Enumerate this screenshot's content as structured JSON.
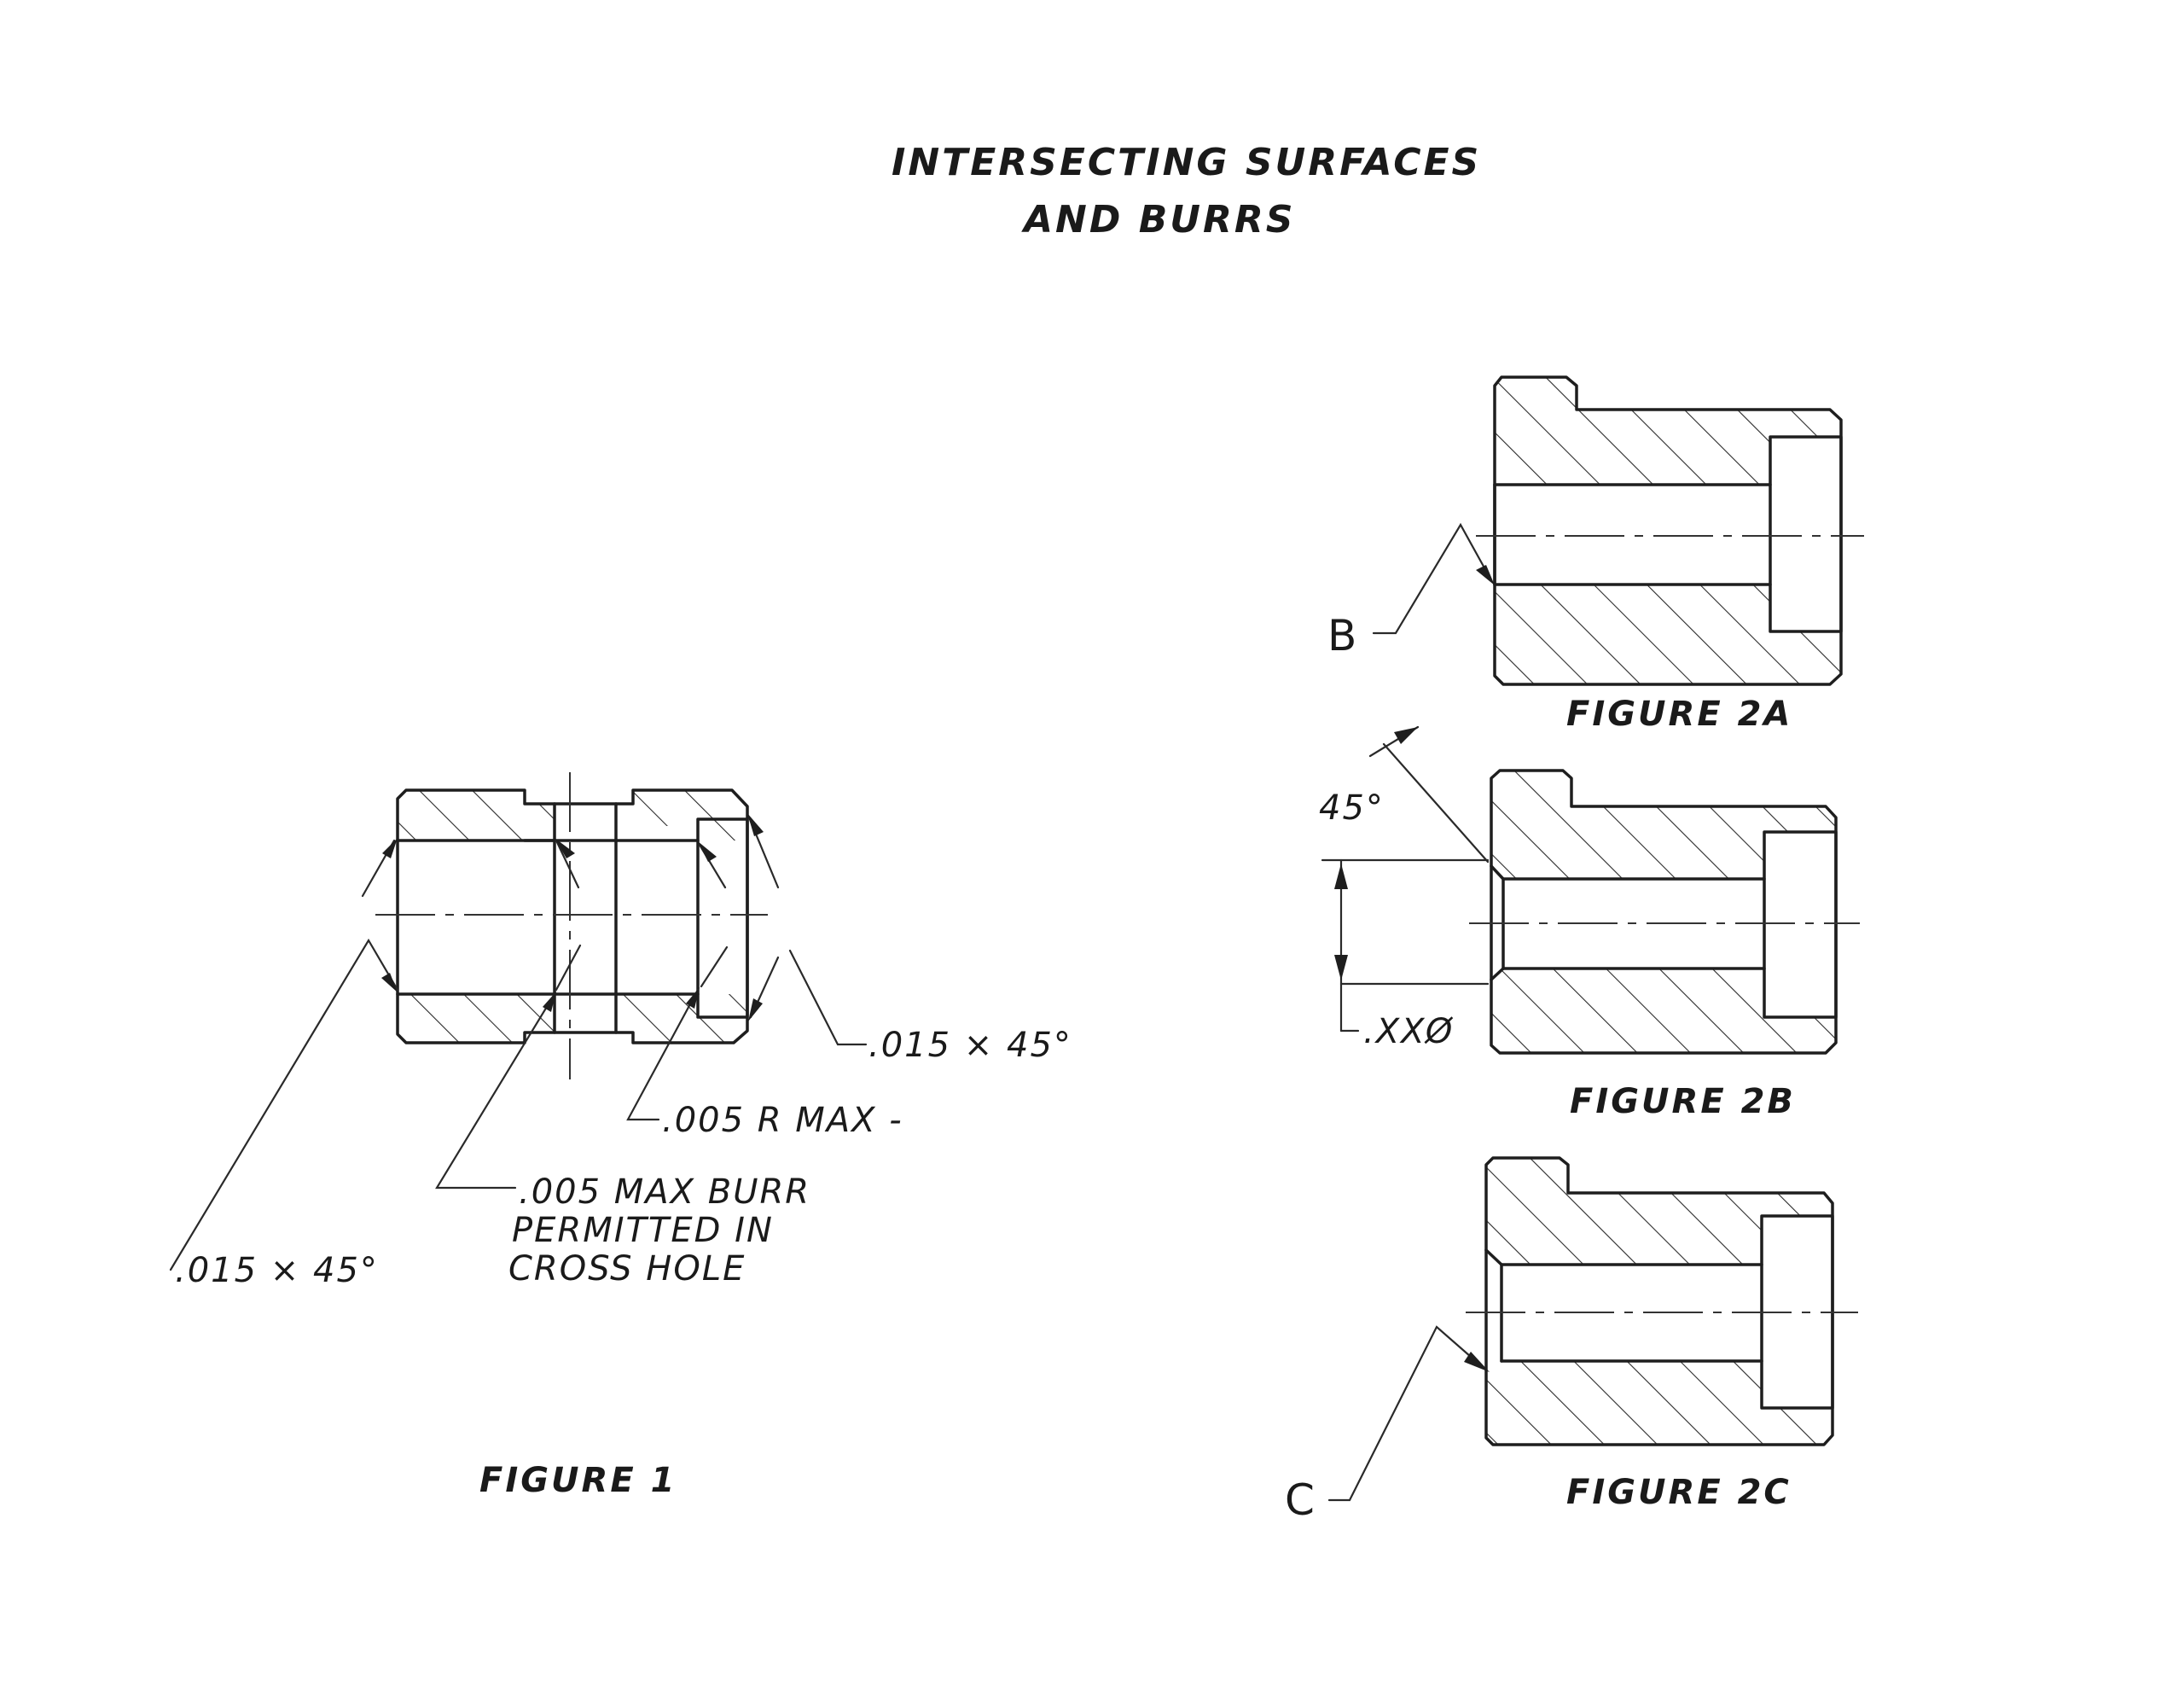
{
  "title": {
    "line1": "INTERSECTING SURFACES",
    "line2": "AND BURRS"
  },
  "figure1": {
    "caption": "FIGURE 1",
    "note_chamfer_left": ".015 × 45°",
    "note_chamfer_right": ".015 × 45°",
    "note_radius": ".005 R MAX -",
    "note_burr": [
      ".005 MAX BURR",
      "PERMITTED IN",
      "CROSS HOLE"
    ]
  },
  "figure2a": {
    "caption": "FIGURE 2A",
    "label": "B"
  },
  "figure2b": {
    "caption": "FIGURE 2B",
    "angle_label": "45°",
    "diameter_label": ".XXØ"
  },
  "figure2c": {
    "caption": "FIGURE 2C",
    "label": "C"
  }
}
